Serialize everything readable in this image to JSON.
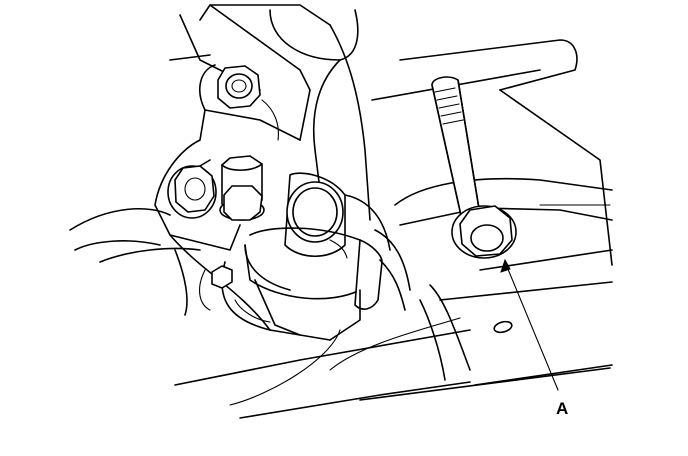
{
  "diagram": {
    "callouts": [
      {
        "id": "A",
        "label": "A",
        "target": "mounting-bolt"
      }
    ],
    "line_color": "#000000",
    "background": "#ffffff"
  }
}
